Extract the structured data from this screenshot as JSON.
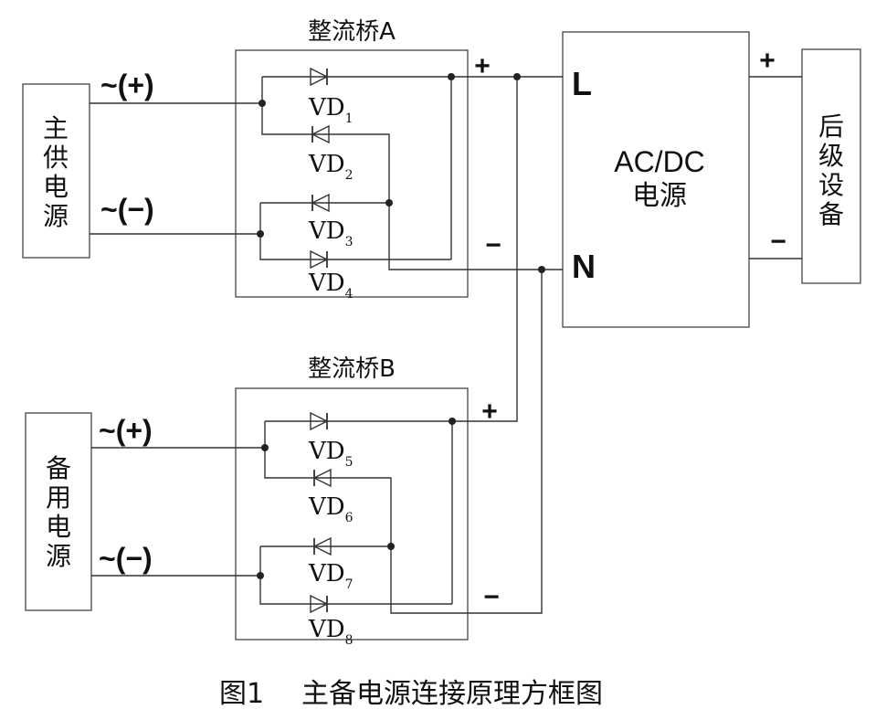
{
  "bridge_a": {
    "title": "整流桥A"
  },
  "bridge_b": {
    "title": "整流桥B"
  },
  "main_supply": {
    "label_chars": [
      "主",
      "供",
      "电",
      "源"
    ]
  },
  "backup_supply": {
    "label_chars": [
      "备",
      "用",
      "电",
      "源"
    ]
  },
  "downstream": {
    "label_chars": [
      "后",
      "级",
      "设",
      "备"
    ]
  },
  "acdc": {
    "line1": "AC/DC",
    "line2": "电源"
  },
  "terminals": {
    "L": "L",
    "N": "N"
  },
  "signs": {
    "plus": "+",
    "minus": "−"
  },
  "ac_inputs": {
    "pos": "~(+)",
    "neg": "~(−)"
  },
  "diodes": {
    "vd1": {
      "base": "VD",
      "sub": "1"
    },
    "vd2": {
      "base": "VD",
      "sub": "2"
    },
    "vd3": {
      "base": "VD",
      "sub": "3"
    },
    "vd4": {
      "base": "VD",
      "sub": "4"
    },
    "vd5": {
      "base": "VD",
      "sub": "5"
    },
    "vd6": {
      "base": "VD",
      "sub": "6"
    },
    "vd7": {
      "base": "VD",
      "sub": "7"
    },
    "vd8": {
      "base": "VD",
      "sub": "8"
    }
  },
  "caption": {
    "figure": "图1",
    "text": "主备电源连接原理方框图"
  }
}
